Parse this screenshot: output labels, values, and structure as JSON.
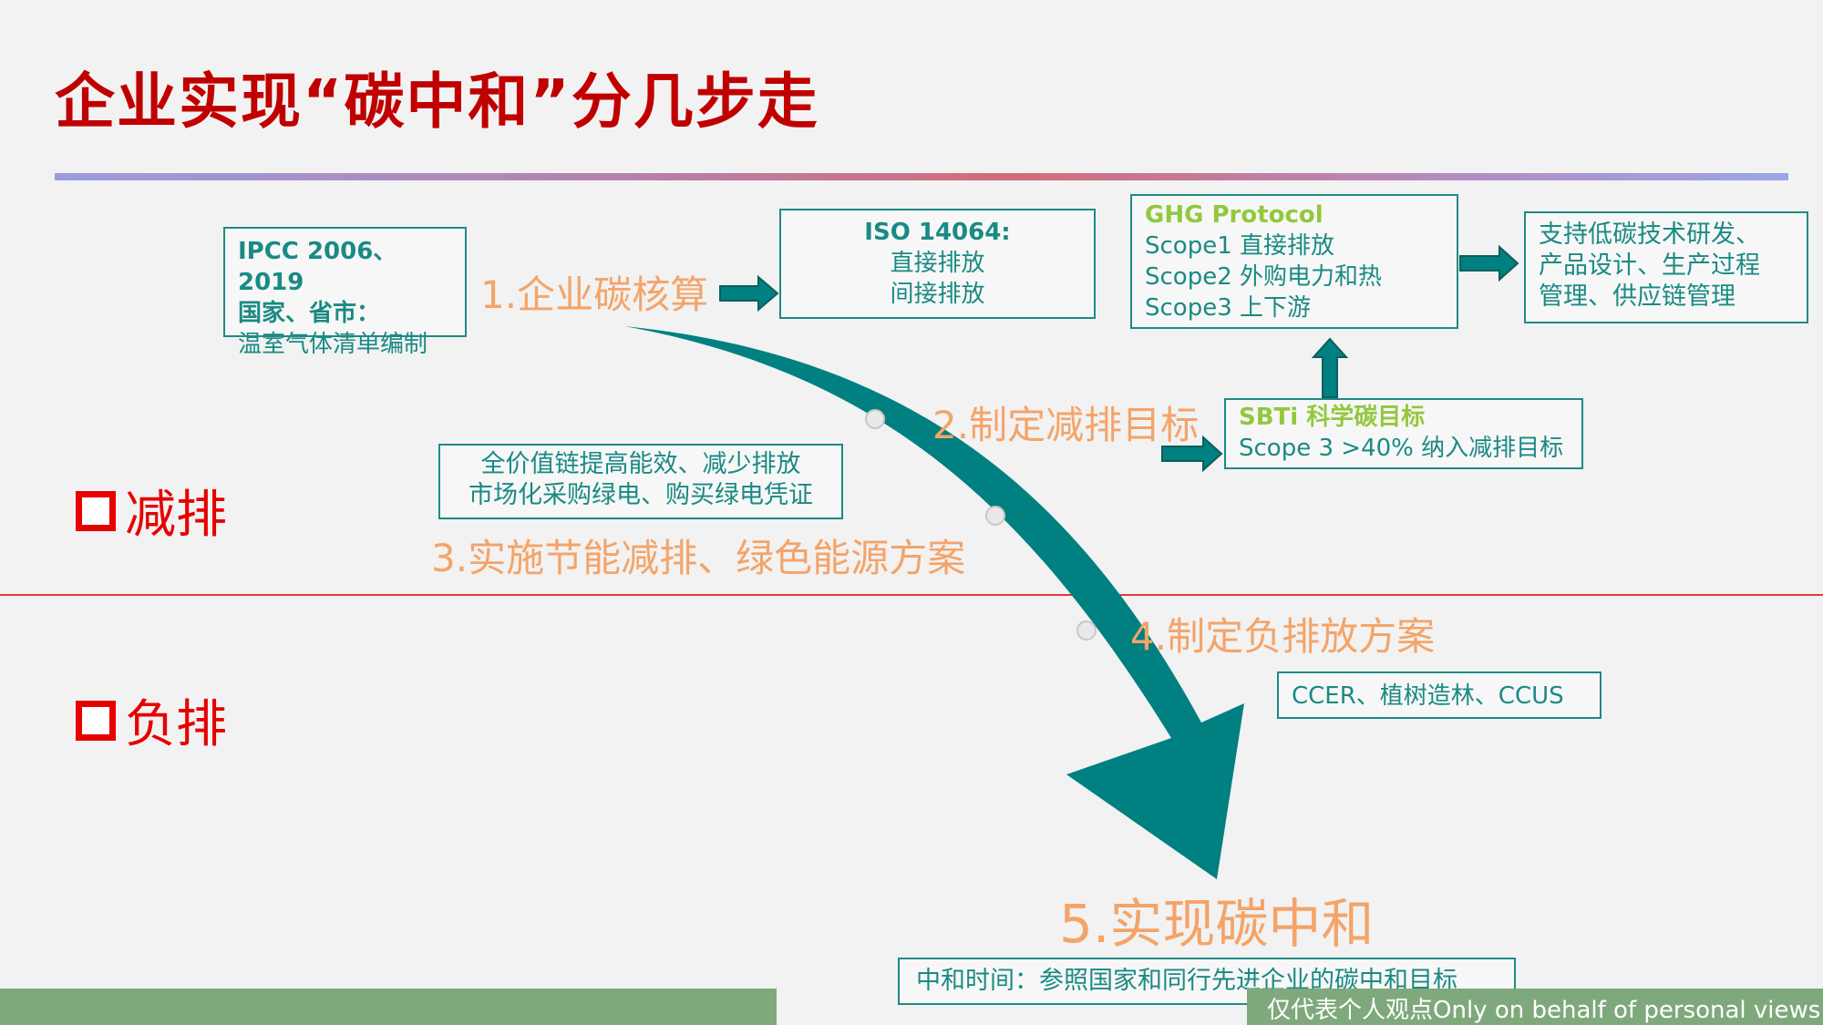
{
  "title": "企业实现“碳中和”分几步走",
  "side_labels": {
    "reduce": "减排",
    "negative": "负排"
  },
  "steps": {
    "s1": "1.企业碳核算",
    "s2": "2.制定减排目标",
    "s3": "3.实施节能减排、绿色能源方案",
    "s4": "4.制定负排放方案",
    "s5": "5.实现碳中和"
  },
  "boxes": {
    "ipcc": {
      "line1": "IPCC 2006、2019",
      "line2": "国家、省市：",
      "line3": "温室气体清单编制"
    },
    "iso": {
      "line1": "ISO 14064:",
      "line2": "直接排放",
      "line3": "间接排放"
    },
    "ghg": {
      "line1": "GHG Protocol",
      "line2": "Scope1 直接排放",
      "line3": "Scope2 外购电力和热",
      "line4": "Scope3 上下游"
    },
    "support": {
      "line1": "支持低碳技术研发、",
      "line2": "产品设计、生产过程",
      "line3": "管理、供应链管理"
    },
    "sbti": {
      "line1": "SBTi 科学碳目标",
      "line2": "Scope 3 >40% 纳入减排目标"
    },
    "value": {
      "line1": "全价值链提高能效、减少排放",
      "line2": "市场化采购绿电、购买绿电凭证"
    },
    "ccer": {
      "line1": "CCER、植树造林、CCUS"
    },
    "neutral": {
      "line1": "中和时间：参照国家和同行先进企业的碳中和目标"
    }
  },
  "footer": "仅代表个人观点Only on behalf of personal views",
  "colors": {
    "title": "#c00000",
    "teal": "#008080",
    "step": "#f4a469",
    "green_label": "#92c83e",
    "side": "#e60000",
    "bar": "#7fa97c"
  }
}
